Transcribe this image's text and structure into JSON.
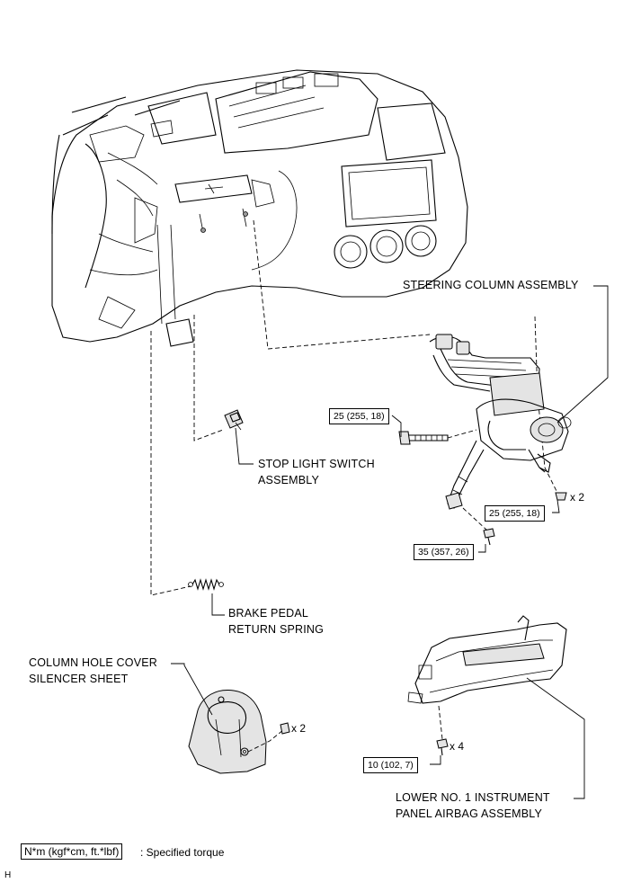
{
  "labels": {
    "steering_column": "STEERING COLUMN ASSEMBLY",
    "stop_light_line1": "STOP LIGHT SWITCH",
    "stop_light_line2": "ASSEMBLY",
    "brake_spring_line1": "BRAKE PEDAL",
    "brake_spring_line2": "RETURN SPRING",
    "silencer_line1": "COLUMN HOLE COVER",
    "silencer_line2": "SILENCER SHEET",
    "airbag_line1": "LOWER NO. 1 INSTRUMENT",
    "airbag_line2": "PANEL AIRBAG ASSEMBLY"
  },
  "torques": {
    "column_bolt": "25 (255, 18)",
    "column_nut": "25 (255, 18)",
    "shaft_bolt": "35 (357, 26)",
    "airbag_bolt": "10 (102, 7)"
  },
  "quantities": {
    "column_nut": "x 2",
    "clip": "x 2",
    "airbag_bolt": "x 4"
  },
  "legend": {
    "unit": "N*m (kgf*cm, ft.*lbf)",
    "text": ": Specified torque"
  },
  "figure_code": "H"
}
